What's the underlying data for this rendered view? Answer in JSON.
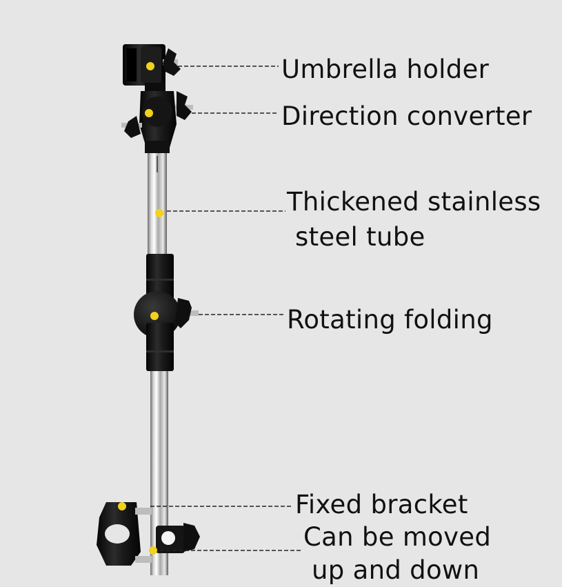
{
  "product": {
    "parts": [
      {
        "name": "umbrella-holder",
        "lines": [
          "Umbrella holder"
        ]
      },
      {
        "name": "direction-converter",
        "lines": [
          "Direction converter"
        ]
      },
      {
        "name": "steel-tube",
        "lines": [
          "Thickened stainless",
          "steel tube"
        ]
      },
      {
        "name": "rotating-folding",
        "lines": [
          "Rotating folding"
        ]
      },
      {
        "name": "fixed-bracket",
        "lines": [
          "Fixed bracket"
        ]
      },
      {
        "name": "movable-clamp",
        "lines": [
          "Can be moved",
          "up and down"
        ]
      }
    ]
  },
  "colors": {
    "background": "#e6e6e6",
    "marker": "#f2d21b",
    "plastic": "#151515",
    "steel": "#c9c9c9",
    "leader_line": "#222222"
  }
}
